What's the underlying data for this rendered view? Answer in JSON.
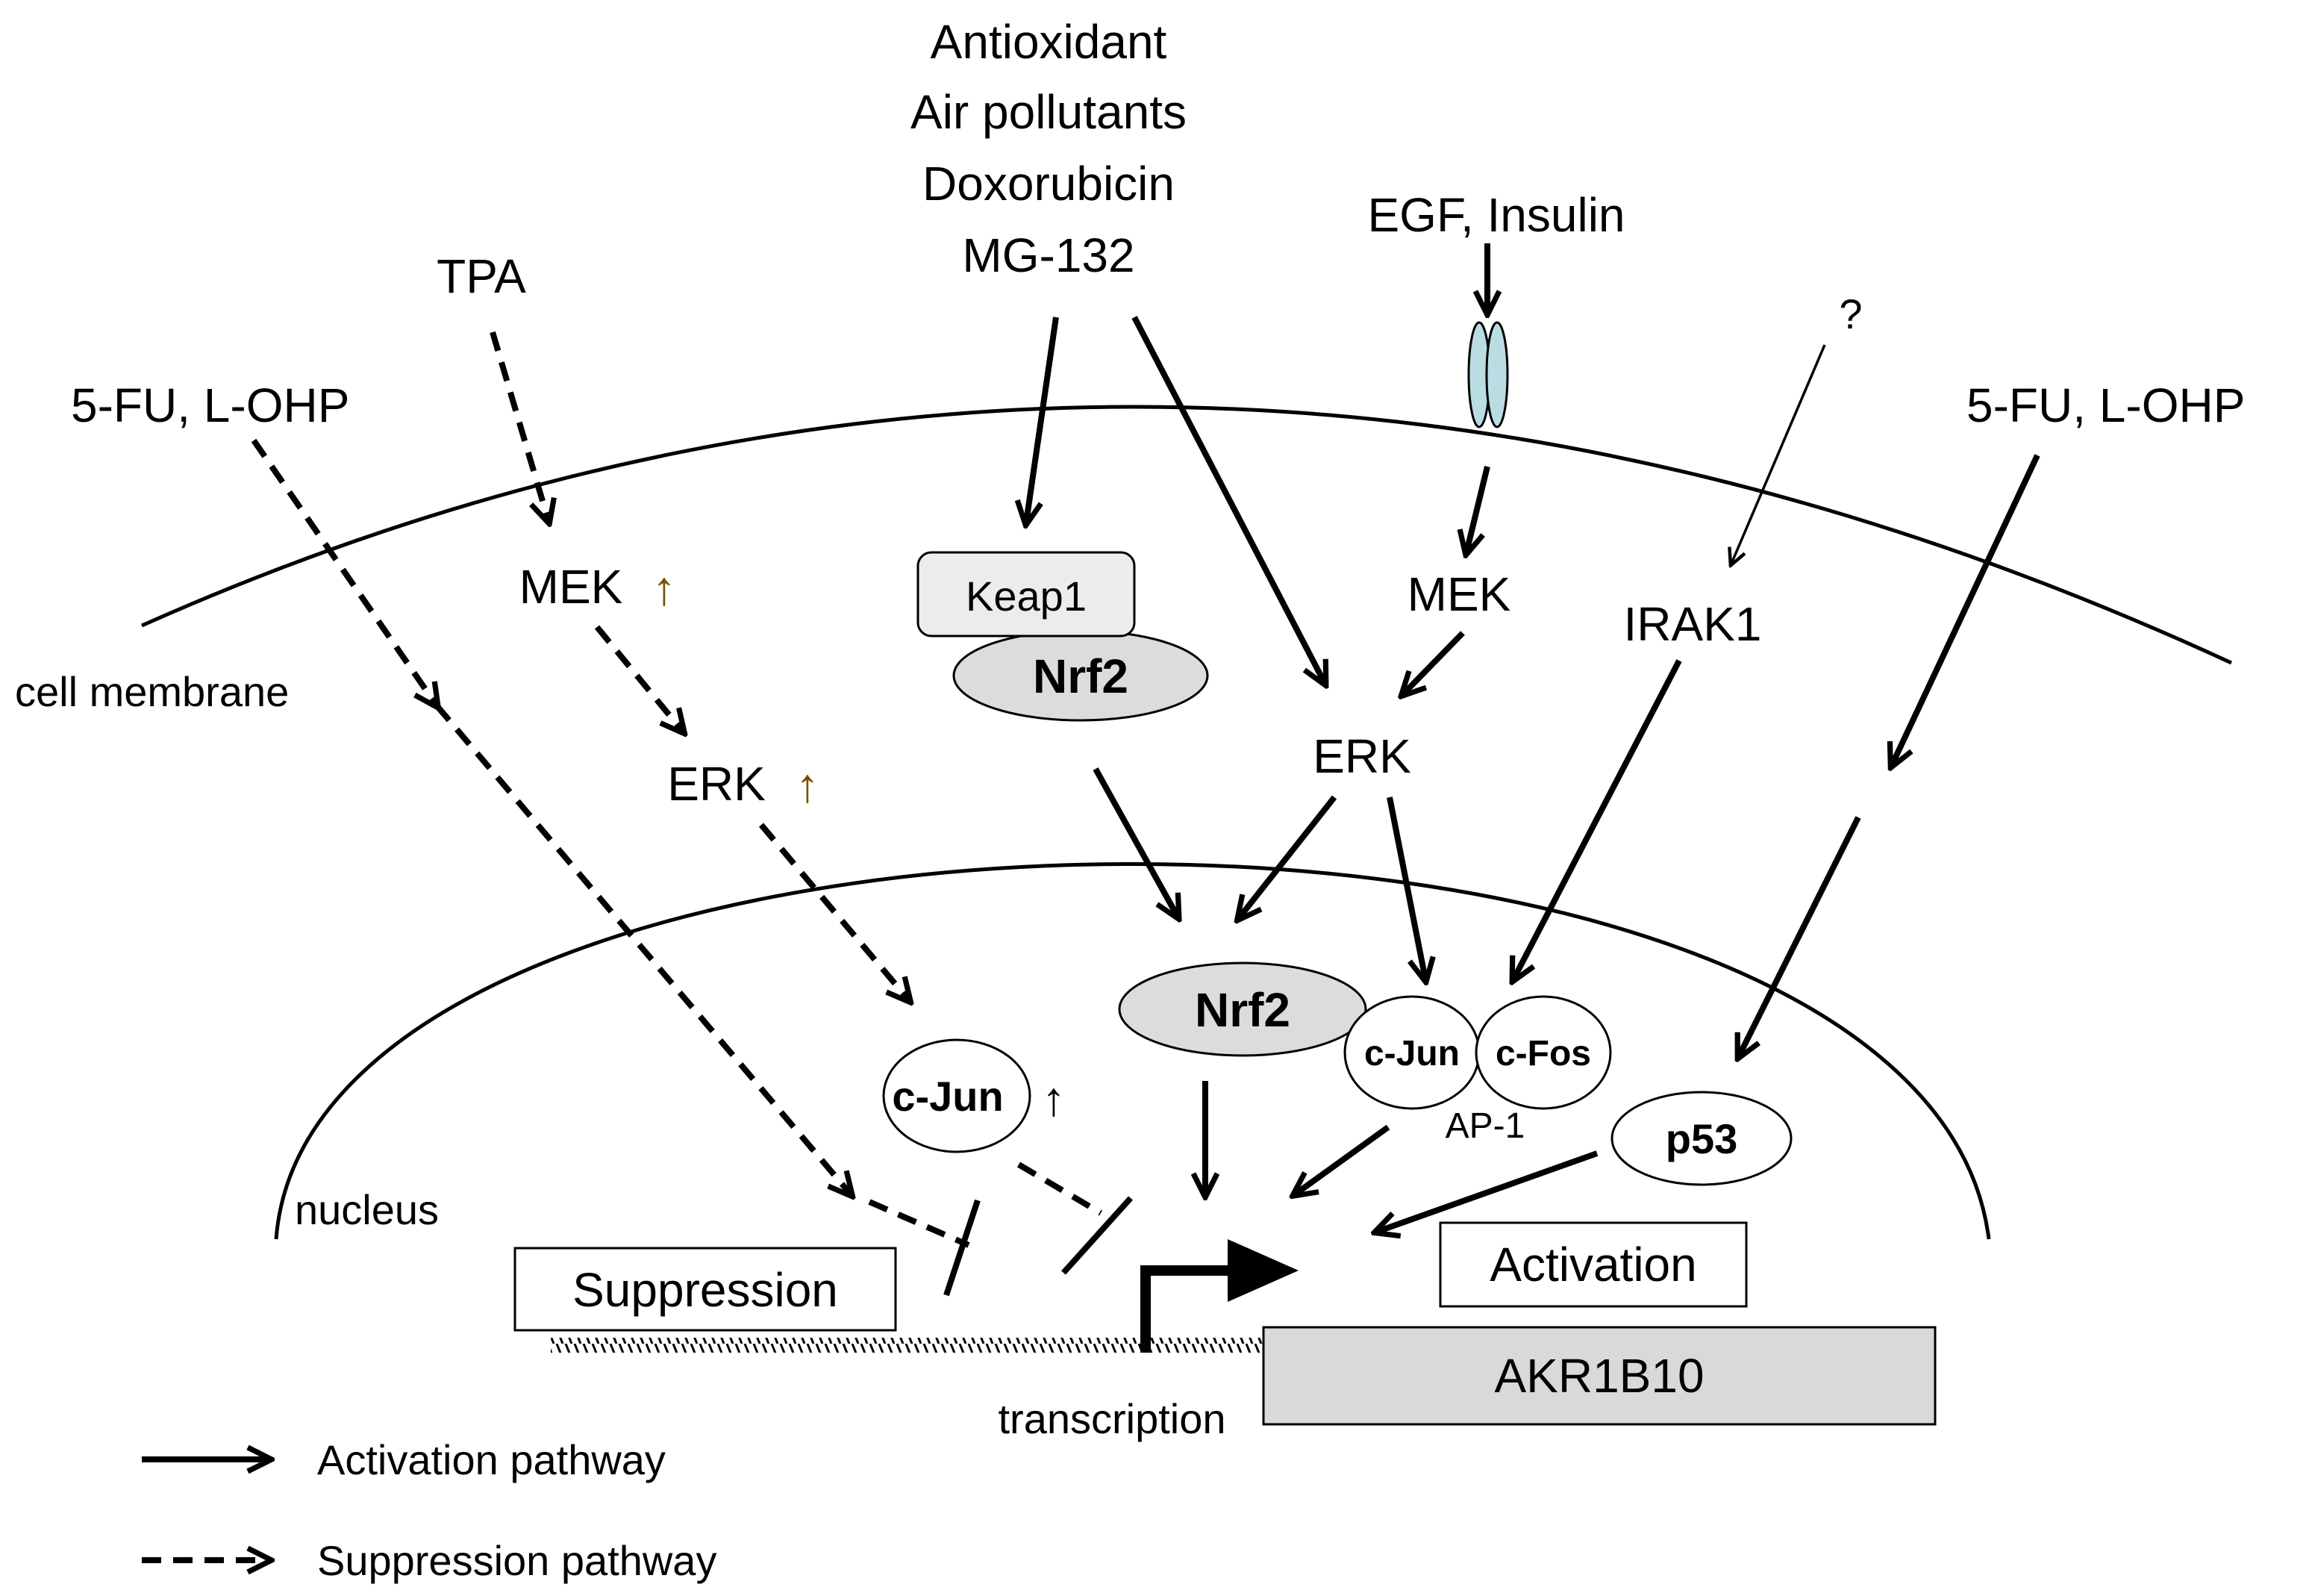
{
  "stimuli": {
    "center": [
      "Antioxidant",
      "Air pollutants",
      "Doxorubicin",
      "MG-132"
    ],
    "tpa": "TPA",
    "egf": "EGF, Insulin",
    "fu_left": "5-FU, L-OHP",
    "fu_right": "5-FU, L-OHP",
    "unknown": "?"
  },
  "compartments": {
    "cell_membrane": "cell membrane",
    "nucleus": "nucleus"
  },
  "nodes": {
    "mek_up": "MEK",
    "erk_up": "ERK",
    "up_arrow": "↑",
    "keap1": "Keap1",
    "nrf2_cyto": "Nrf2",
    "mek": "MEK",
    "erk": "ERK",
    "irak1": "IRAK1",
    "cjun_up": "c-Jun",
    "nrf2_nuc": "Nrf2",
    "cjun": "c-Jun",
    "cfos": "c-Fos",
    "ap1": "AP-1",
    "p53": "p53"
  },
  "gene": {
    "name": "AKR1B10",
    "transcription": "transcription",
    "suppression": "Suppression",
    "activation": "Activation"
  },
  "legend": {
    "activation": "Activation pathway",
    "suppression": "Suppression pathway"
  },
  "colors": {
    "receptor": "#b9dde3",
    "node_fill": "#dcdcdc",
    "gene_fill": "#d9d9d9"
  }
}
